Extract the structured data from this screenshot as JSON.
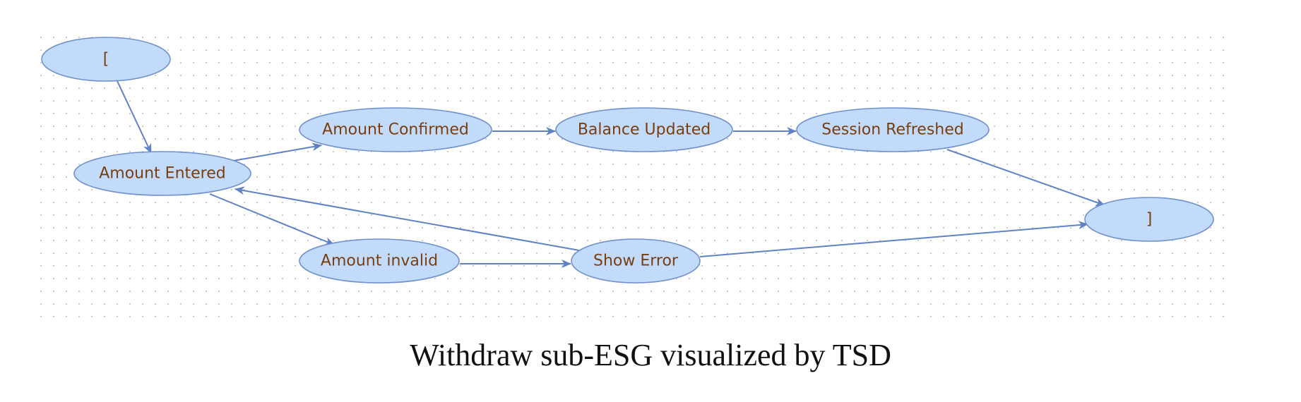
{
  "diagram": {
    "nodes": [
      {
        "id": "start",
        "label": "["
      },
      {
        "id": "amount_entered",
        "label": "Amount Entered"
      },
      {
        "id": "amount_confirmed",
        "label": "Amount Confirmed"
      },
      {
        "id": "balance_updated",
        "label": "Balance Updated"
      },
      {
        "id": "session_refreshed",
        "label": "Session Refreshed"
      },
      {
        "id": "end",
        "label": "]"
      },
      {
        "id": "amount_invalid",
        "label": "Amount invalid"
      },
      {
        "id": "show_error",
        "label": "Show Error"
      }
    ],
    "edges": [
      {
        "from": "start",
        "to": "amount_entered"
      },
      {
        "from": "amount_entered",
        "to": "amount_confirmed"
      },
      {
        "from": "amount_confirmed",
        "to": "balance_updated"
      },
      {
        "from": "balance_updated",
        "to": "session_refreshed"
      },
      {
        "from": "session_refreshed",
        "to": "end"
      },
      {
        "from": "amount_entered",
        "to": "amount_invalid"
      },
      {
        "from": "amount_invalid",
        "to": "show_error"
      },
      {
        "from": "show_error",
        "to": "amount_entered"
      },
      {
        "from": "show_error",
        "to": "end"
      }
    ],
    "colors": {
      "node_fill": "#c2dbfb",
      "node_stroke": "#6f90cc",
      "edge": "#5f82c4",
      "label": "#7a3e0e",
      "grid_dot": "#c8c8c8"
    }
  },
  "caption": "Withdraw sub-ESG visualized by TSD"
}
